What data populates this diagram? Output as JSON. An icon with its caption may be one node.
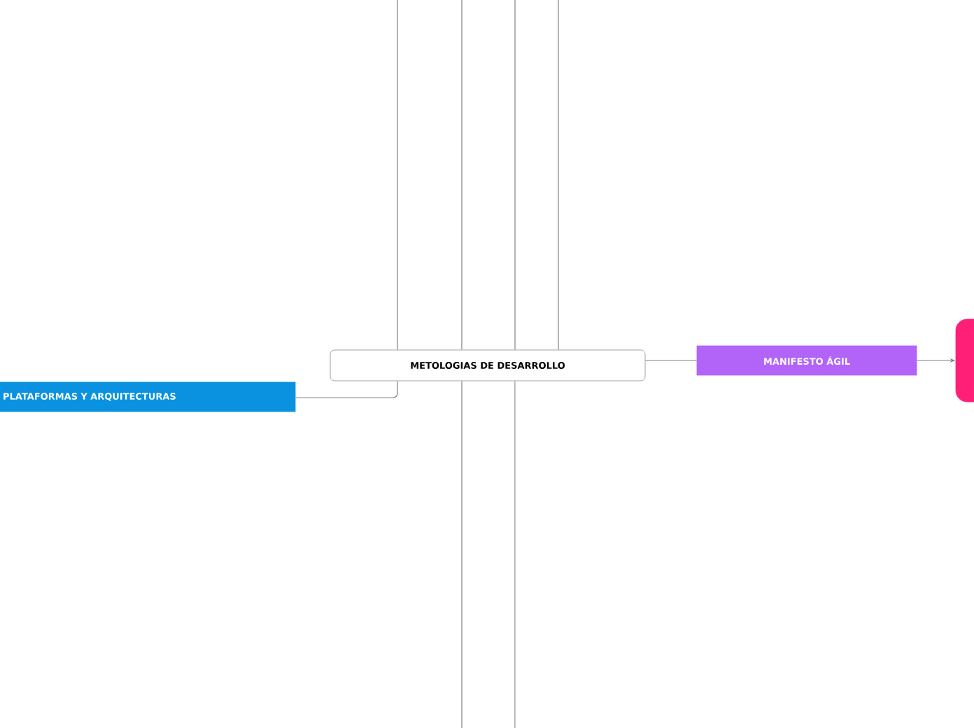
{
  "diagram": {
    "nodes": [
      {
        "text": [
          "METOLOGIAS DE DESARROLLO"
        ]
      },
      {
        "text": [
          "PLATAFORMAS Y ARQUITECTURAS"
        ]
      },
      {
        "text": [
          "MANIFESTO ÁGIL"
        ]
      },
      {
        "text": [],
        "shape": "box"
      }
    ],
    "edges": [
      {
        "from": 0,
        "to": 1,
        "arrow": "none"
      },
      {
        "from": 0,
        "to": 2,
        "arrow": "none"
      },
      {
        "from": 2,
        "to": 3,
        "arrow": "to"
      },
      {
        "from": 0,
        "to": null,
        "arrow": "none"
      },
      {
        "from": 0,
        "to": null,
        "arrow": "none"
      },
      {
        "from": 0,
        "to": null,
        "arrow": "none"
      },
      {
        "from": 0,
        "to": null,
        "arrow": "none"
      },
      {
        "from": 0,
        "to": null,
        "arrow": "none"
      },
      {
        "from": 0,
        "to": null,
        "arrow": "none"
      }
    ]
  }
}
